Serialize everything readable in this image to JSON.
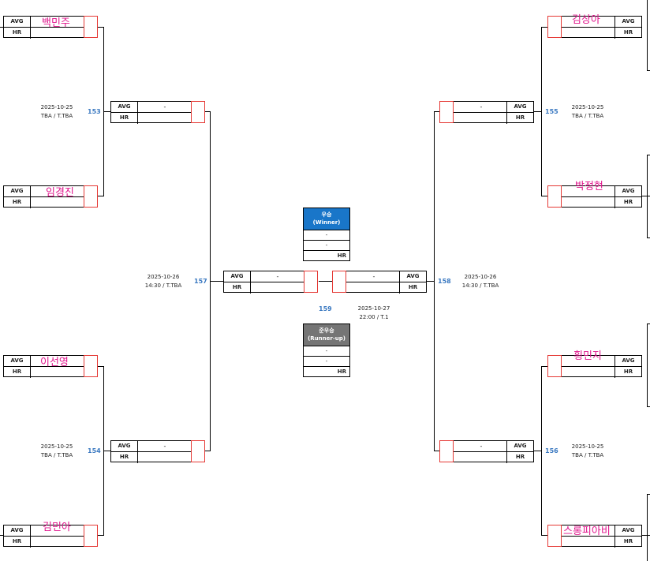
{
  "labels": {
    "avg": "AVG",
    "hr": "HR",
    "dash": "-"
  },
  "players": {
    "p1": "백민주",
    "p2": "임경진",
    "p3": "이선영",
    "p4": "김민아",
    "p5": "김상아",
    "p6": "박정현",
    "p7": "횡민지",
    "p8": "스롱피아비"
  },
  "matches": {
    "m153": {
      "num": "153",
      "date": "2025-10-25",
      "venue": "TBA / T.TBA"
    },
    "m154": {
      "num": "154",
      "date": "2025-10-25",
      "venue": "TBA / T.TBA"
    },
    "m155": {
      "num": "155",
      "date": "2025-10-25",
      "venue": "TBA / T.TBA"
    },
    "m156": {
      "num": "156",
      "date": "2025-10-25",
      "venue": "TBA / T.TBA"
    },
    "m157": {
      "num": "157",
      "date": "2025-10-26",
      "venue": "14:30 / T.TBA"
    },
    "m158": {
      "num": "158",
      "date": "2025-10-26",
      "venue": "14:30 / T.TBA"
    },
    "m159": {
      "num": "159",
      "date": "2025-10-27",
      "venue": "22:00 / T.1"
    }
  },
  "winner": {
    "title": "우승",
    "subtitle": "(Winner)",
    "row1": "-",
    "row2": "-",
    "hr": "HR",
    "color": "#1976c9"
  },
  "runnerup": {
    "title": "준우승",
    "subtitle": "(Runner-up)",
    "row1": "-",
    "row2": "-",
    "hr": "HR",
    "color": "#757575"
  },
  "colors": {
    "name": "#e0148c",
    "number": "#3b79c1",
    "square": "#e53935"
  }
}
